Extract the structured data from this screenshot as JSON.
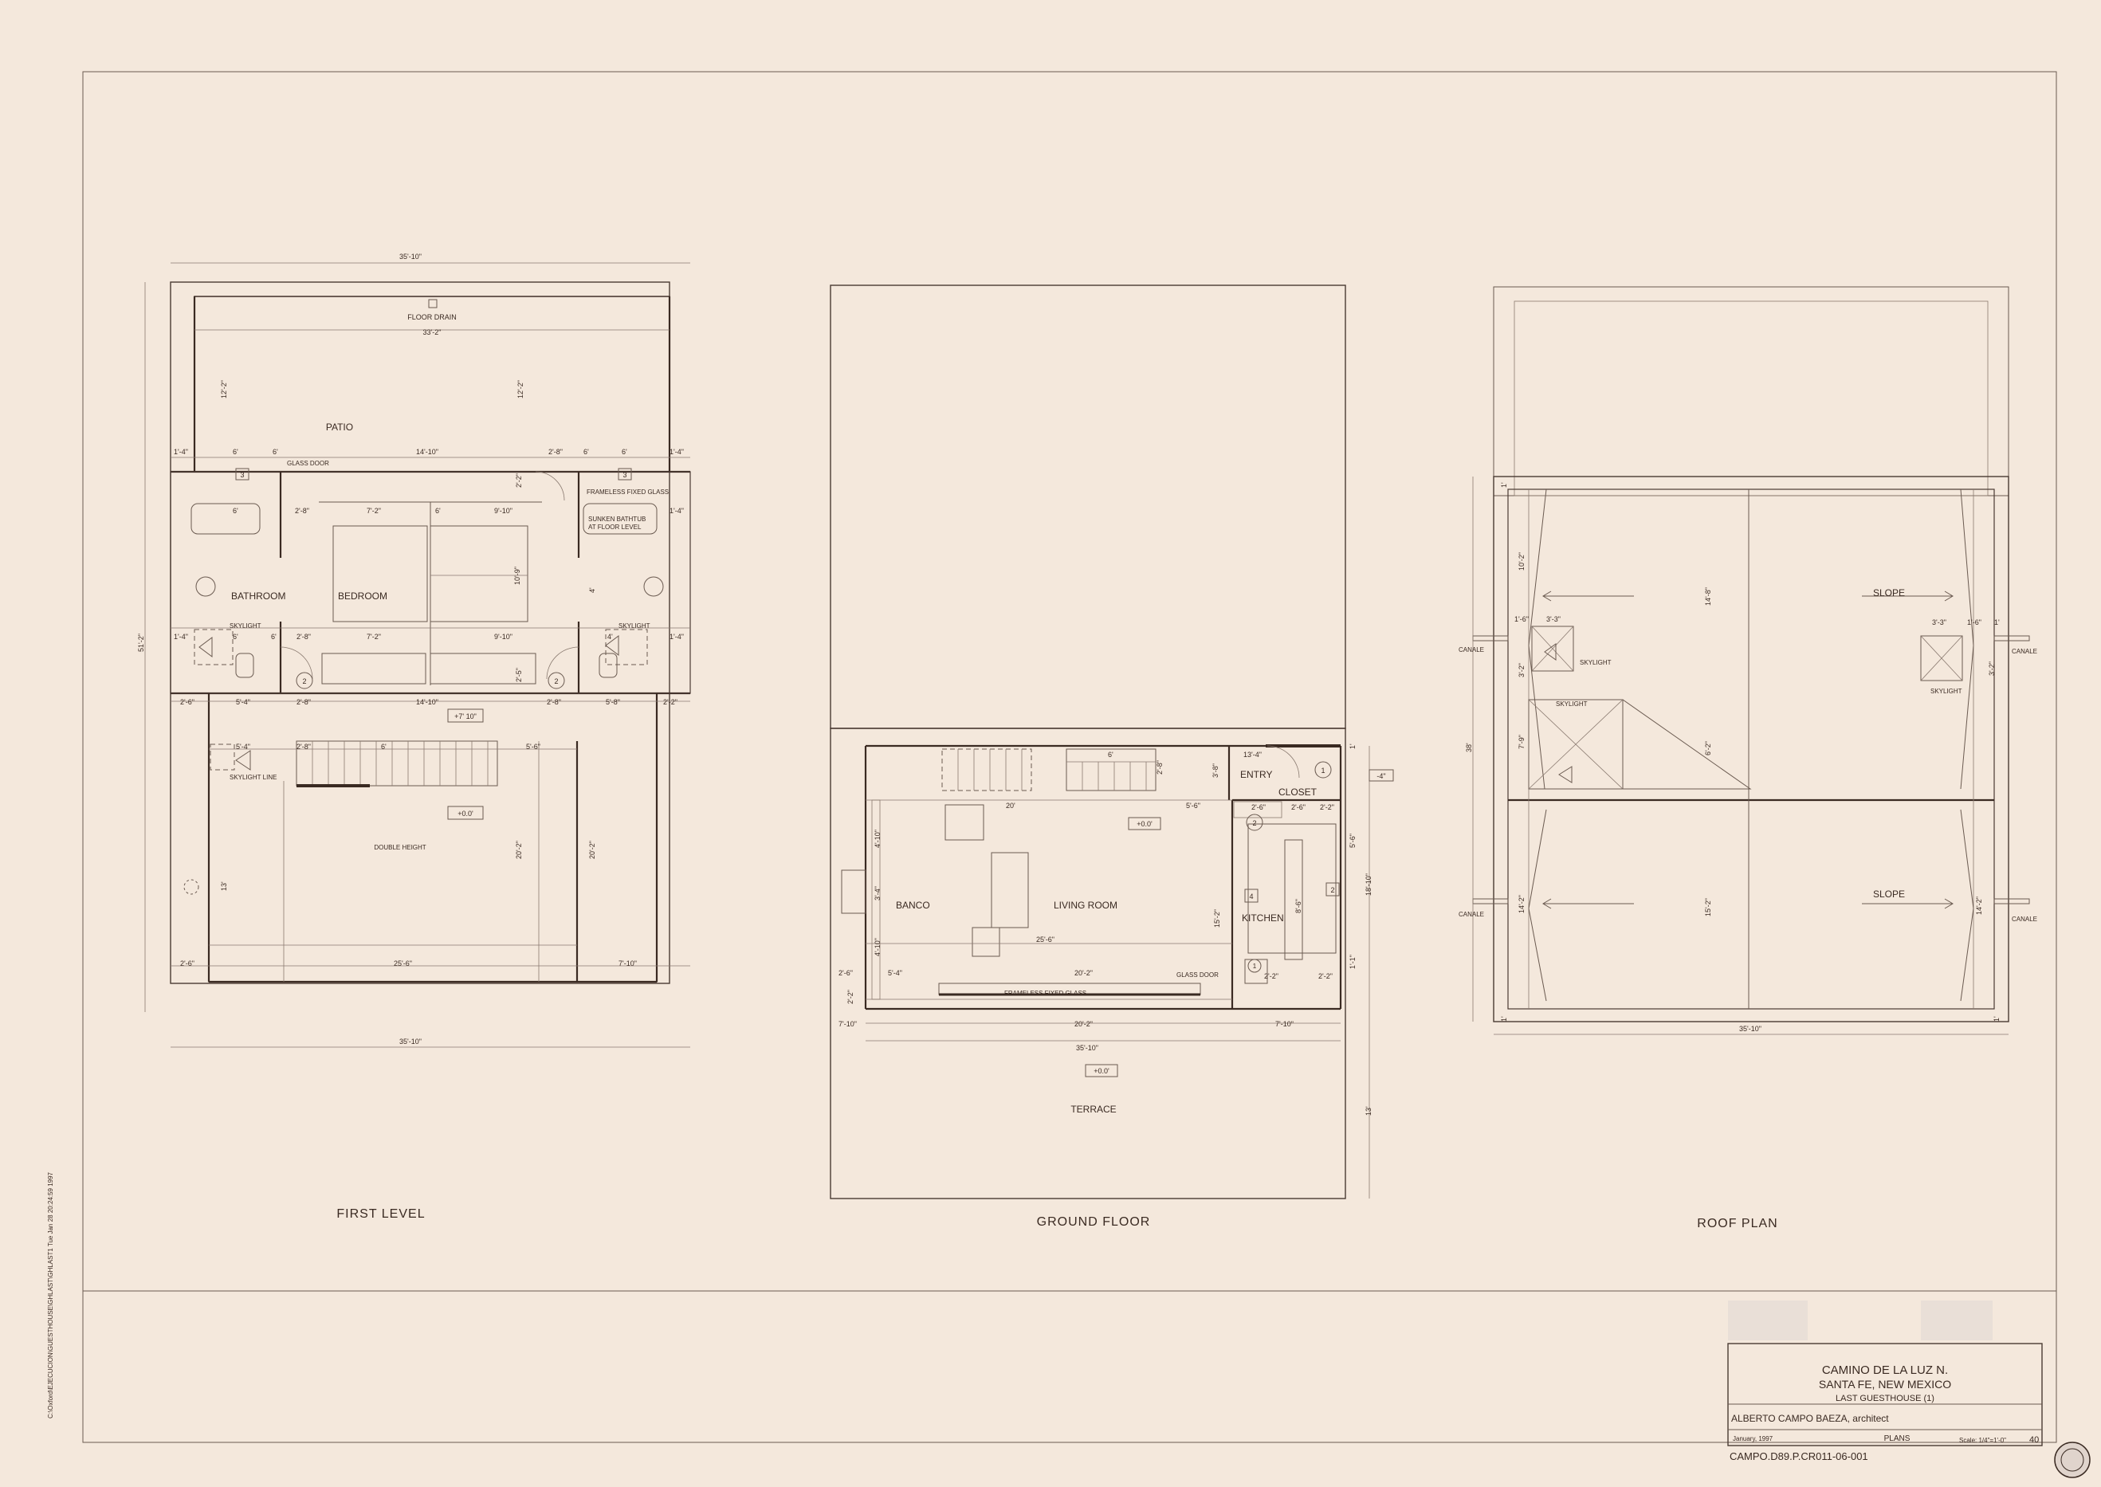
{
  "sheet": {
    "background": "#f4e8dc",
    "ink": "#3a2a22",
    "side_note": "C:\\Oxford\\EJECUCION\\GUESTHOUSE\\GHLAST\\GHLAST1   Tue Jan 28 20:24:59 1997"
  },
  "first_level": {
    "caption": "FIRST LEVEL",
    "rooms": {
      "patio": "PATIO",
      "bathroom": "BATHROOM",
      "bedroom": "BEDROOM",
      "double_height": "DOUBLE HEIGHT"
    },
    "notes": {
      "floor_drain": "FLOOR DRAIN",
      "glass_door": "GLASS DOOR",
      "frameless_fixed_glass": "FRAMELESS FIXED GLASS",
      "sunken_bathtub": "SUNKEN BATHTUB",
      "at_floor_level": "AT FLOOR LEVEL",
      "skylight_left": "SKYLIGHT",
      "skylight_right": "SKYLIGHT",
      "skylight_line": "SKYLIGHT LINE"
    },
    "levels": {
      "upper": "+7' 10\"",
      "lower": "+0.0'"
    },
    "dims": {
      "overall_top": "35'-10\"",
      "inner_top": "33'-2\"",
      "overall_bottom": "35'-10\"",
      "overall_left": "51'-2\"",
      "patio_left": "12'-2\"",
      "patio_right": "12'-2\"",
      "row_a_1": "1'-4\"",
      "row_a_2": "6'",
      "row_a_3": "6'",
      "row_a_4": "14'-10\"",
      "row_a_5": "2'-8\"",
      "row_a_6": "6'",
      "row_a_7": "6'",
      "row_a_8": "1'-4\"",
      "row_b_1": "6'",
      "row_b_2": "2'-8\"",
      "row_b_3": "7'-2\"",
      "row_b_4": "6'",
      "row_b_5": "9'-10\"",
      "row_b_6": "1'-4\"",
      "row_c_1": "1'-4\"",
      "row_c_2": "6'",
      "row_c_3": "6'",
      "row_c_4": "2'-8\"",
      "row_c_5": "7'-2\"",
      "row_c_6": "9'-10\"",
      "row_c_7": "4'",
      "row_c_8": "1'-4\"",
      "row_d_1": "2'-6\"",
      "row_d_2": "5'-4\"",
      "row_d_3": "2'-8\"",
      "row_d_4": "14'-10\"",
      "row_d_5": "2'-8\"",
      "row_d_6": "5'-8\"",
      "row_d_7": "2'-2\"",
      "row_e_1": "5'-4\"",
      "row_e_2": "2'-8\"",
      "row_e_3": "6'",
      "row_e_4": "5'-6\"",
      "row_f_1": "2'-6\"",
      "row_f_2": "25'-6\"",
      "row_f_3": "7'-10\"",
      "bed_height": "10'-9\"",
      "hall_a": "2'-2\"",
      "hall_b": "2'-5\"",
      "hall_c": "4'",
      "dh_height": "13'",
      "dh_mid": "20'-2\"",
      "dh_right": "20'-2\""
    },
    "tags": {
      "t3a": "3",
      "t3b": "3",
      "t2a": "2",
      "t2b": "2"
    }
  },
  "ground_floor": {
    "caption": "GROUND FLOOR",
    "rooms": {
      "entry": "ENTRY",
      "closet": "CLOSET",
      "banco": "BANCO",
      "living_room": "LIVING ROOM",
      "kitchen": "KITCHEN",
      "terrace": "TERRACE"
    },
    "notes": {
      "glass_door": "GLASS DOOR",
      "frameless_fixed_glass": "FRAMELESS FIXED GLASS"
    },
    "levels": {
      "main": "+0.0'",
      "terrace": "+0.0'",
      "entry_step": "-4\""
    },
    "dims": {
      "d_13_4": "13'-4\"",
      "d_3_8": "3'-8\"",
      "d_2_8a": "2'-8\"",
      "d_6": "6'",
      "d_20a": "20'",
      "d_5_6": "5'-6\"",
      "d_2_6a": "2'-6\"",
      "d_2_6b": "2'-6\"",
      "d_2_2a": "2'-2\"",
      "d_4_10a": "4'-10\"",
      "d_3_4": "3'-4\"",
      "d_4_10b": "4'-10\"",
      "d_25_6": "25'-6\"",
      "d_5_4": "5'-4\"",
      "d_20_2a": "20'-2\"",
      "d_2_6c": "2'-6\"",
      "d_2_2b": "2'-2\"",
      "d_20_2b": "20'-2\"",
      "d_7_10a": "7'-10\"",
      "d_7_10b": "7'-10\"",
      "d_35_10": "35'-10\"",
      "d_15_2": "15'-2\"",
      "d_18_10": "18'-10\"",
      "d_5_6b": "5'-6\"",
      "d_1_1": "1'-1\"",
      "d_8_6": "8'-6\"",
      "d_2_2c": "2'-2\"",
      "d_13": "13'",
      "d_2_2d": "2'-2\"",
      "d_1": "1'"
    },
    "tags": {
      "t1a": "1",
      "t1b": "1",
      "t2a": "2",
      "t2b": "2",
      "t4": "4"
    }
  },
  "roof_plan": {
    "caption": "ROOF PLAN",
    "notes": {
      "slope_top": "SLOPE",
      "slope_bottom": "SLOPE",
      "skylight_a": "SKYLIGHT",
      "skylight_b": "SKYLIGHT",
      "skylight_c": "SKYLIGHT",
      "canale_1": "CANALE",
      "canale_2": "CANALE",
      "canale_3": "CANALE",
      "canale_4": "CANALE"
    },
    "dims": {
      "overall_bottom": "35'-10\"",
      "overall_left": "38'",
      "r_1a": "1'",
      "r_10_2": "10'-2\"",
      "r_14_8": "14'-8\"",
      "r_1_6": "1'-6\"",
      "r_3_3a": "3'-3\"",
      "r_3_3b": "3'-3\"",
      "r_1_6b": "1'-6\"",
      "r_1b": "1'",
      "r_7_9": "7'-9\"",
      "r_6_2": "6'-2\"",
      "r_14_2a": "14'-2\"",
      "r_15_2": "15'-2\"",
      "r_14_2b": "14'-2\"",
      "r_1c": "1'",
      "r_1d": "1'",
      "r_3_2a": "3'-2\"",
      "r_3_2b": "3'-2\""
    }
  },
  "title_block": {
    "line1": "CAMINO DE LA LUZ N.",
    "line2": "SANTA FE, NEW MEXICO",
    "line3": "LAST GUESTHOUSE (1)",
    "architect": "ALBERTO CAMPO BAEZA, architect",
    "date": "January, 1997",
    "sheet_title": "PLANS",
    "scale": "Scale: 1/4\"=1'-0\"",
    "sheet_number": "40",
    "archive_code": "CAMPO.D89.P.CR011-06-001"
  }
}
